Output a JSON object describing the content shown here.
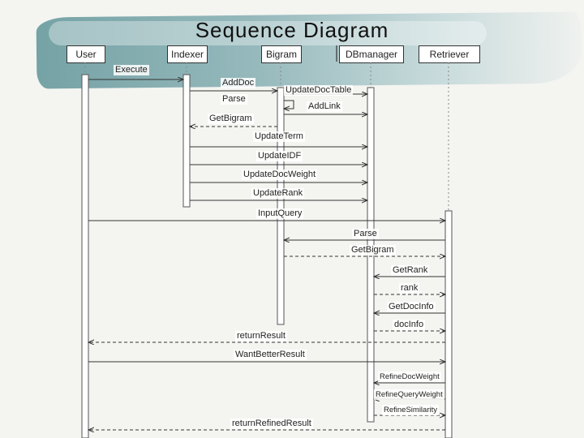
{
  "slide": {
    "title": "Sequence Diagram"
  },
  "actors": [
    {
      "id": "user",
      "label": "User"
    },
    {
      "id": "indexer",
      "label": "Indexer"
    },
    {
      "id": "bigram",
      "label": "Bigram"
    },
    {
      "id": "dbmanager",
      "label": "DBmanager"
    },
    {
      "id": "retriever",
      "label": "Retriever"
    }
  ],
  "messages": [
    {
      "label": "Execute",
      "from": "user",
      "to": "indexer",
      "style": "solid"
    },
    {
      "label": "AddDoc",
      "from": "indexer",
      "to": "bigram",
      "style": "solid"
    },
    {
      "label": "UpdateDocTable",
      "from": "bigram",
      "to": "dbmanager",
      "style": "solid"
    },
    {
      "label": "Parse",
      "from": "bigram",
      "to": "bigram",
      "style": "self"
    },
    {
      "label": "AddLink",
      "from": "bigram",
      "to": "dbmanager",
      "style": "solid"
    },
    {
      "label": "GetBigram",
      "from": "bigram",
      "to": "indexer",
      "style": "dashed"
    },
    {
      "label": "UpdateTerm",
      "from": "indexer",
      "to": "dbmanager",
      "style": "solid"
    },
    {
      "label": "UpdateIDF",
      "from": "indexer",
      "to": "dbmanager",
      "style": "solid"
    },
    {
      "label": "UpdateDocWeight",
      "from": "indexer",
      "to": "dbmanager",
      "style": "solid"
    },
    {
      "label": "UpdateRank",
      "from": "indexer",
      "to": "dbmanager",
      "style": "solid"
    },
    {
      "label": "InputQuery",
      "from": "user",
      "to": "retriever",
      "style": "solid"
    },
    {
      "label": "Parse",
      "from": "retriever",
      "to": "bigram",
      "style": "solid"
    },
    {
      "label": "GetBigram",
      "from": "bigram",
      "to": "retriever",
      "style": "dashed"
    },
    {
      "label": "GetRank",
      "from": "retriever",
      "to": "dbmanager",
      "style": "solid"
    },
    {
      "label": "rank",
      "from": "dbmanager",
      "to": "retriever",
      "style": "dashed"
    },
    {
      "label": "GetDocInfo",
      "from": "retriever",
      "to": "dbmanager",
      "style": "solid"
    },
    {
      "label": "docInfo",
      "from": "dbmanager",
      "to": "retriever",
      "style": "dashed"
    },
    {
      "label": "returnResult",
      "from": "retriever",
      "to": "user",
      "style": "dashed"
    },
    {
      "label": "WantBetterResult",
      "from": "user",
      "to": "retriever",
      "style": "solid"
    },
    {
      "label": "RefineDocWeight",
      "from": "retriever",
      "to": "dbmanager",
      "style": "solid"
    },
    {
      "label": "RefineQueryWeight",
      "from": "retriever",
      "to": "dbmanager",
      "style": "solid"
    },
    {
      "label": "RefineSimilarity",
      "from": "dbmanager",
      "to": "retriever",
      "style": "dashed"
    },
    {
      "label": "returnRefinedResult",
      "from": "retriever",
      "to": "user",
      "style": "dashed"
    }
  ]
}
